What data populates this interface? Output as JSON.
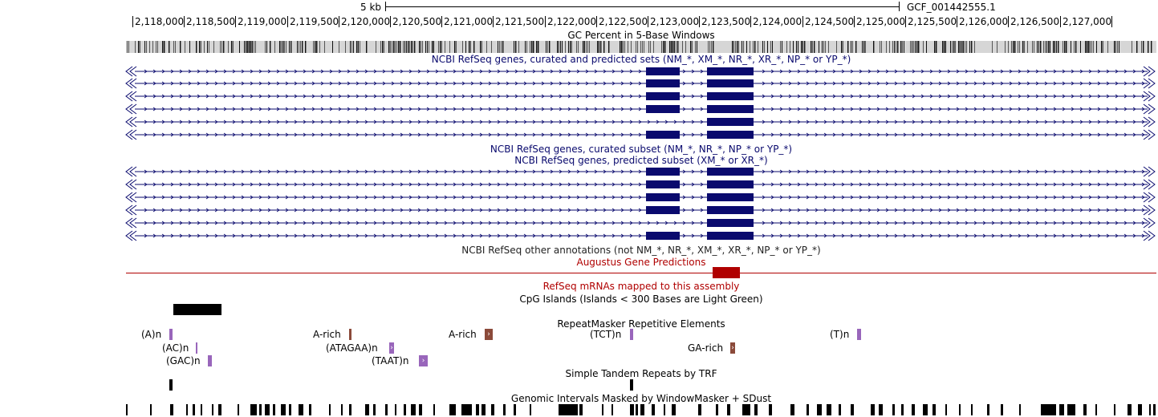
{
  "ruler": {
    "scale_label": "5 kb",
    "assembly": "GCF_001442555.1",
    "ticks": [
      "2,118,000",
      "2,118,500",
      "2,119,000",
      "2,119,500",
      "2,120,000",
      "2,120,500",
      "2,121,000",
      "2,121,500",
      "2,122,000",
      "2,122,500",
      "2,123,000",
      "2,123,500",
      "2,124,000",
      "2,124,500",
      "2,125,000",
      "2,125,500",
      "2,126,000",
      "2,126,500",
      "2,127,000"
    ]
  },
  "tracks": {
    "gc_percent": "GC Percent in 5-Base Windows",
    "refseq_all": "NCBI RefSeq genes, curated and predicted sets (NM_*, XM_*, NR_*, XR_*, NP_* or YP_*)",
    "refseq_curated": "NCBI RefSeq genes, curated subset (NM_*, NR_*, NP_* or YP_*)",
    "refseq_predicted": "NCBI RefSeq genes, predicted subset (XM_* or XR_*)",
    "refseq_other": "NCBI RefSeq other annotations (not NM_*, NR_*, XM_*, XR_*, NP_* or YP_*)",
    "augustus": "Augustus Gene Predictions",
    "refseq_mrna": "RefSeq mRNAs mapped to this assembly",
    "cpg": "CpG Islands (Islands < 300 Bases are Light Green)",
    "repeatmasker": "RepeatMasker Repetitive Elements",
    "trf": "Simple Tandem Repeats by TRF",
    "windowmasker": "Genomic Intervals Masked by WindowMasker + SDust"
  },
  "repeats": {
    "a_n": "(A)n",
    "a_rich_1": "A-rich",
    "a_rich_2": "A-rich",
    "tct_n": "(TCT)n",
    "t_n": "(T)n",
    "ac_n": "(AC)n",
    "atagaa_n": "(ATAGAA)n",
    "ga_rich": "GA-rich",
    "gac_n": "(GAC)n",
    "taat_n": "(TAAT)n"
  },
  "colors": {
    "gene": "#0a0a6e",
    "augustus": "#b00000",
    "simple_repeat": "#9966bb",
    "low_complexity": "#8b4a3a",
    "text_navy": "#0a0a6e"
  }
}
